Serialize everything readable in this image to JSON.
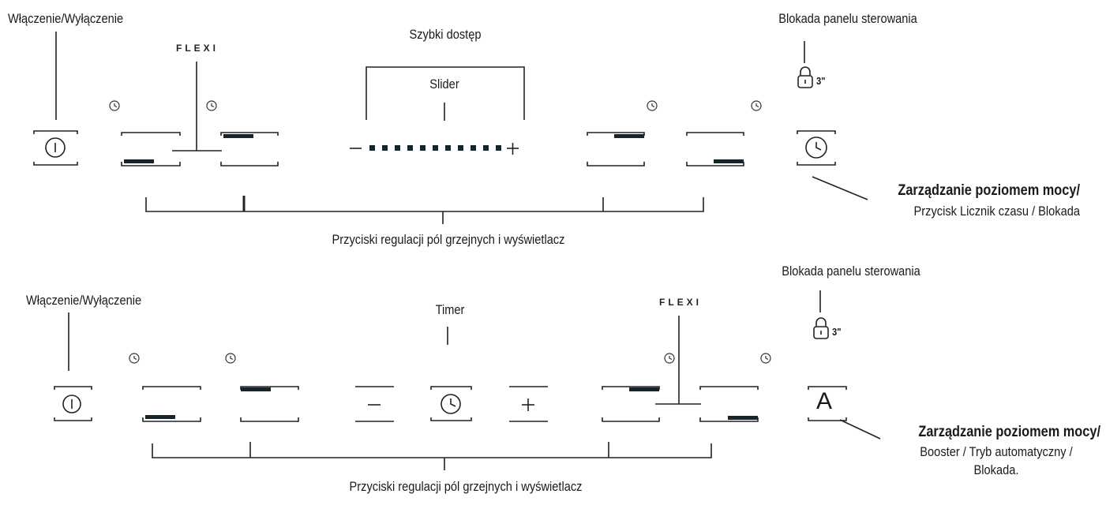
{
  "colors": {
    "line": "#222222",
    "indicator": "#17252b",
    "background": "#ffffff"
  },
  "panel1": {
    "on_off_label": "Włączenie/Wyłączenie",
    "flexi_label": "FLEXI",
    "quick_access_label": "Szybki dostęp",
    "slider_label": "Slider",
    "slider_minus": "–",
    "slider_plus": "+",
    "lock_label": "Blokada panelu sterowania",
    "lock_time": "3\"",
    "power_mgmt_label": "Zarządzanie poziomem mocy/",
    "power_mgmt_sublabel": "Przycisk Licznik czasu / Blokada",
    "zones_label": "Przyciski regulacji pól grzejnych i wyświetlacz"
  },
  "panel2": {
    "on_off_label": "Włączenie/Wyłączenie",
    "timer_label": "Timer",
    "timer_minus": "–",
    "timer_plus": "+",
    "flexi_label": "FLEXI",
    "lock_label": "Blokada panelu sterowania",
    "lock_time": "3\"",
    "power_mgmt_label": "Zarządzanie poziomem mocy/",
    "power_mgmt_sublabel1": "Booster / Tryb automatyczny /",
    "power_mgmt_sublabel2": "Blokada.",
    "auto_key": "A",
    "zones_label": "Przyciski regulacji pól grzejnych i wyświetlacz"
  },
  "icons": [
    "power-icon",
    "timer-icon",
    "clock-icon",
    "lock-icon"
  ]
}
